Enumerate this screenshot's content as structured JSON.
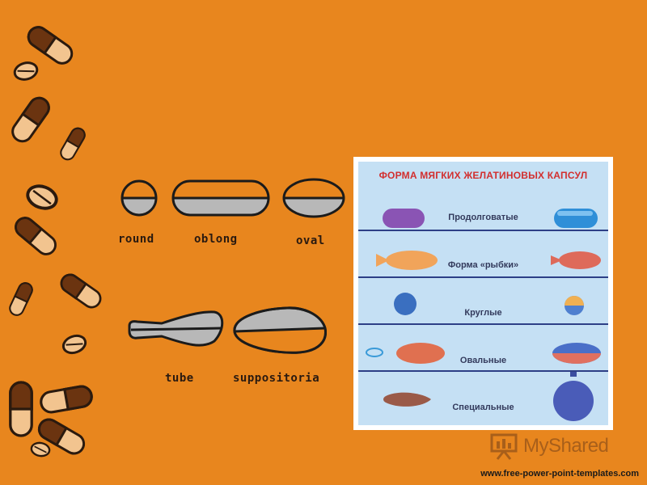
{
  "diagram": {
    "labels": {
      "round": "round",
      "oblong": "oblong",
      "oval": "oval",
      "tube": "tube",
      "suppositoria": "suppositoria"
    }
  },
  "panel": {
    "title": "ФОРМА МЯГКИХ ЖЕЛАТИНОВЫХ КАПСУЛ",
    "rows": [
      {
        "label": "Продолговатые"
      },
      {
        "label": "Форма «рыбки»"
      },
      {
        "label": "Круглые"
      },
      {
        "label": "Овальные"
      },
      {
        "label": "Специальные"
      }
    ]
  },
  "logo": {
    "text": "MyShared"
  },
  "footer": {
    "url": "www.free-power-point-templates.com"
  },
  "colors": {
    "background": "#e8861e",
    "pill_brown": "#6b3410",
    "pill_light": "#f2c48f",
    "panel_bg": "#c5e0f4",
    "panel_title": "#d22f2f",
    "divider": "#2d3f86"
  }
}
